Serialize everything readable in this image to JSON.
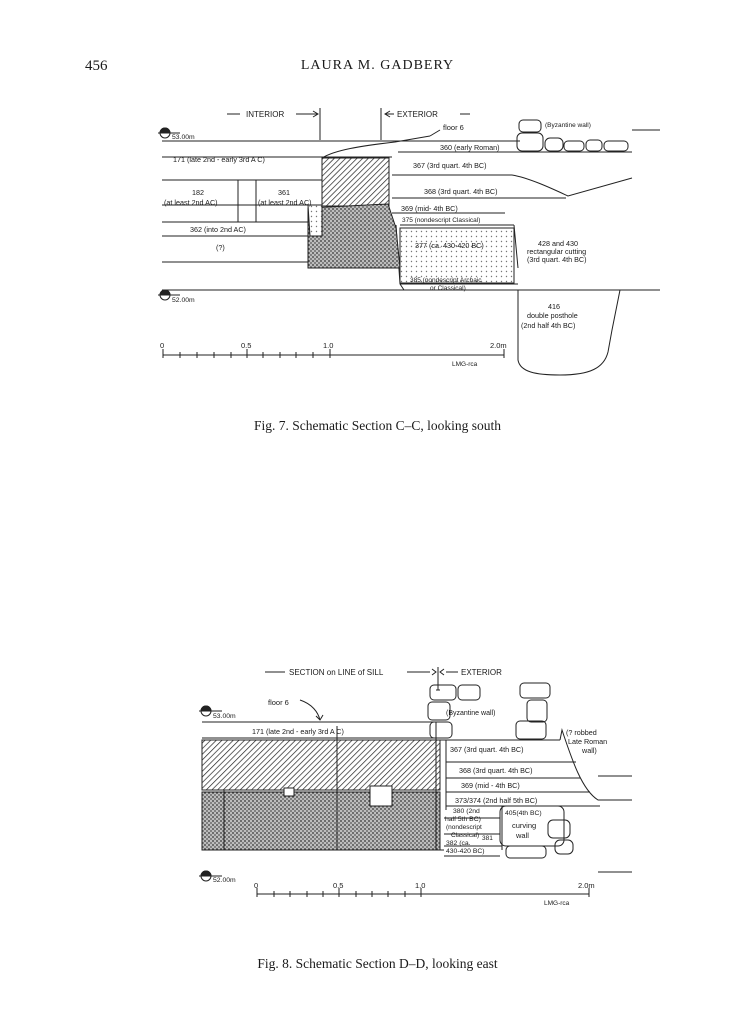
{
  "header": {
    "page_number": "456",
    "running_head": "LAURA M. GADBERY"
  },
  "fig7": {
    "caption": "Fig. 7. Schematic Section C–C, looking south",
    "interior": "INTERIOR",
    "exterior": "EXTERIOR",
    "floor": "floor 6",
    "byzantine": "(Byzantine wall)",
    "elev_top": "53.00m",
    "elev_bottom": "52.00m",
    "credit": "LMG-rca",
    "scale": [
      "0",
      "0.5",
      "1.0",
      "2.0m"
    ],
    "layers": {
      "l360": "360  (early Roman)",
      "l171": "171 (late 2nd - early 3rd A C)",
      "l367": "367  (3rd quart. 4th BC)",
      "l182a": "182",
      "l182b": "(at least 2nd AC)",
      "l361a": "361",
      "l361b": "(at least 2nd AC)",
      "l368": "368  (3rd quart. 4th BC)",
      "l369": "369 (mid- 4th BC)",
      "l375": "375 (nondescript Classical)",
      "l362": "362 (into 2nd AC)",
      "lq": "(?)",
      "l377": "377 (ca. 430-420 BC)",
      "l428a": "428 and 430",
      "l428b": "rectangular cutting",
      "l428c": "(3rd quart. 4th BC)",
      "l385a": "385 (nondescript Archaic",
      "l385b": "or Classical)",
      "l416a": "416",
      "l416b": "double posthole",
      "l416c": "(2nd half 4th BC)"
    }
  },
  "fig8": {
    "caption": "Fig. 8. Schematic Section D–D, looking east",
    "section": "SECTION on LINE of SILL",
    "exterior": "EXTERIOR",
    "floor": "floor 6",
    "byzantine": "(Byzantine wall)",
    "elev_top": "53.00m",
    "elev_bottom": "52.00m",
    "credit": "LMG-rca",
    "scale": [
      "0",
      "0.5",
      "1.0",
      "2.0m"
    ],
    "layers": {
      "l171": "171 (late 2nd - early 3rd A C)",
      "l367": "367 (3rd quart. 4th BC)",
      "robbed_a": "(? robbed",
      "robbed_b": "Late Roman",
      "robbed_c": "wall)",
      "l368": "368 (3rd quart. 4th BC)",
      "l369": "369  (mid - 4th BC)",
      "l373": "373/374 (2nd half 5th BC)",
      "l380a": "380 (2nd",
      "l380b": "half 5th BC)",
      "l405": "405(4th BC)",
      "l381a": "(nondescript",
      "l381b": "Classical)",
      "l381c": "381",
      "curving_a": "curving",
      "curving_b": "wall",
      "l382a": "382 (ca.",
      "l382b": "430-420 BC)"
    }
  }
}
